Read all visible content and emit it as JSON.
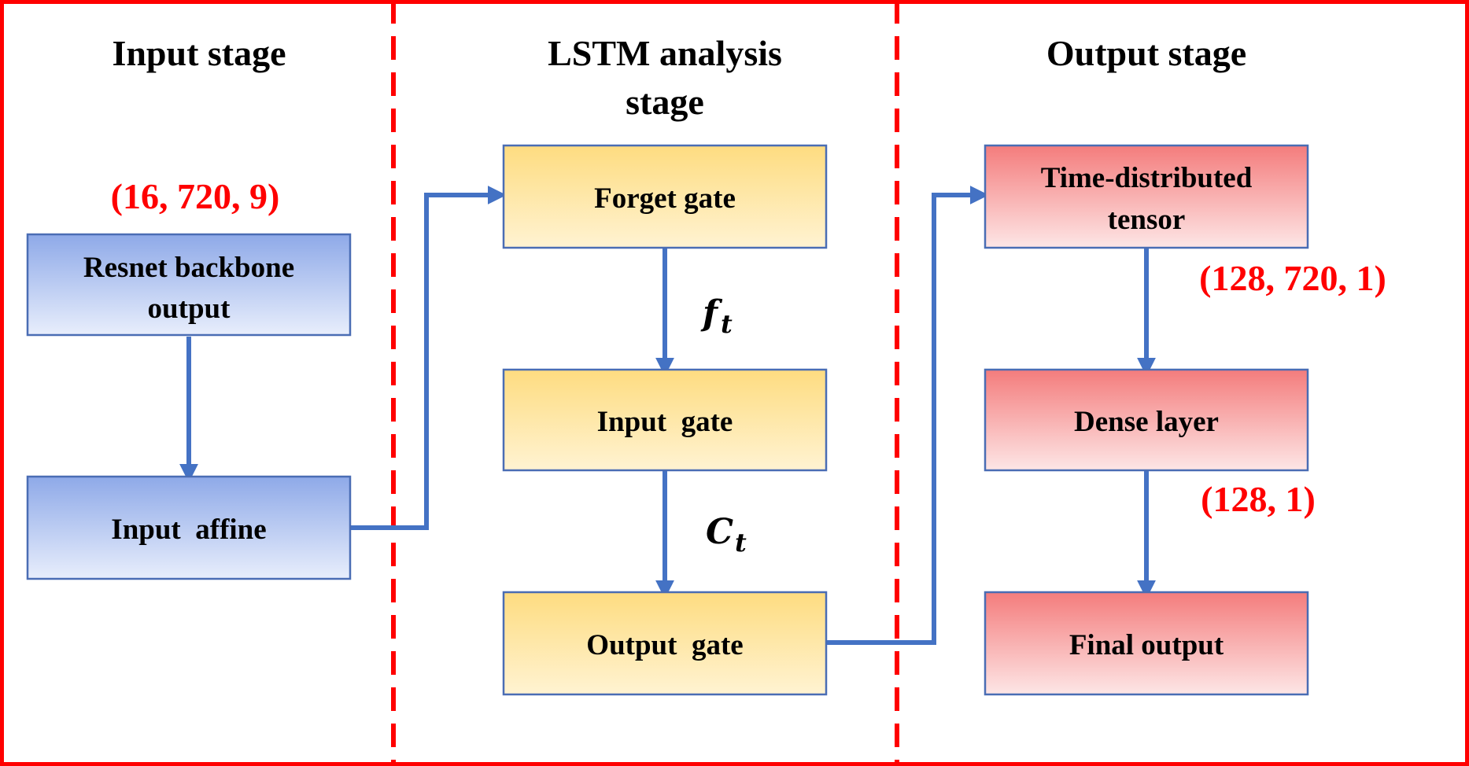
{
  "stages": [
    {
      "title_lines": [
        "Input stage"
      ]
    },
    {
      "title_lines": [
        "LSTM analysis",
        "stage"
      ]
    },
    {
      "title_lines": [
        "Output stage"
      ]
    }
  ],
  "boxes": {
    "resnet": {
      "lines": [
        "Resnet backbone",
        "output"
      ]
    },
    "input_affine": {
      "lines": [
        "Input  affine"
      ]
    },
    "forget_gate": {
      "lines": [
        "Forget gate"
      ]
    },
    "input_gate": {
      "lines": [
        "Input  gate"
      ]
    },
    "output_gate": {
      "lines": [
        "Output  gate"
      ]
    },
    "time_distributed": {
      "lines": [
        "Time-distributed",
        "tensor"
      ]
    },
    "dense_layer": {
      "lines": [
        "Dense layer"
      ]
    },
    "final_output": {
      "lines": [
        "Final output"
      ]
    }
  },
  "dimensions": {
    "input": "(16, 720, 9)",
    "time_distributed": "(128, 720, 1)",
    "dense": "(128, 1)"
  },
  "math": {
    "ft": {
      "base": "f",
      "sub": "t"
    },
    "ct": {
      "base": "C",
      "sub": "t"
    }
  },
  "colors": {
    "border": "#ff0000",
    "connector": "#4472c4",
    "box_stroke": "#4a6db4",
    "input_stage_gradient": [
      "#8ea9e8",
      "#e8eefc"
    ],
    "lstm_stage_gradient": [
      "#fedc80",
      "#fff3d2"
    ],
    "output_stage_gradient": [
      "#f47c7c",
      "#fde6e6"
    ],
    "dimension_text": "#ff0000"
  }
}
